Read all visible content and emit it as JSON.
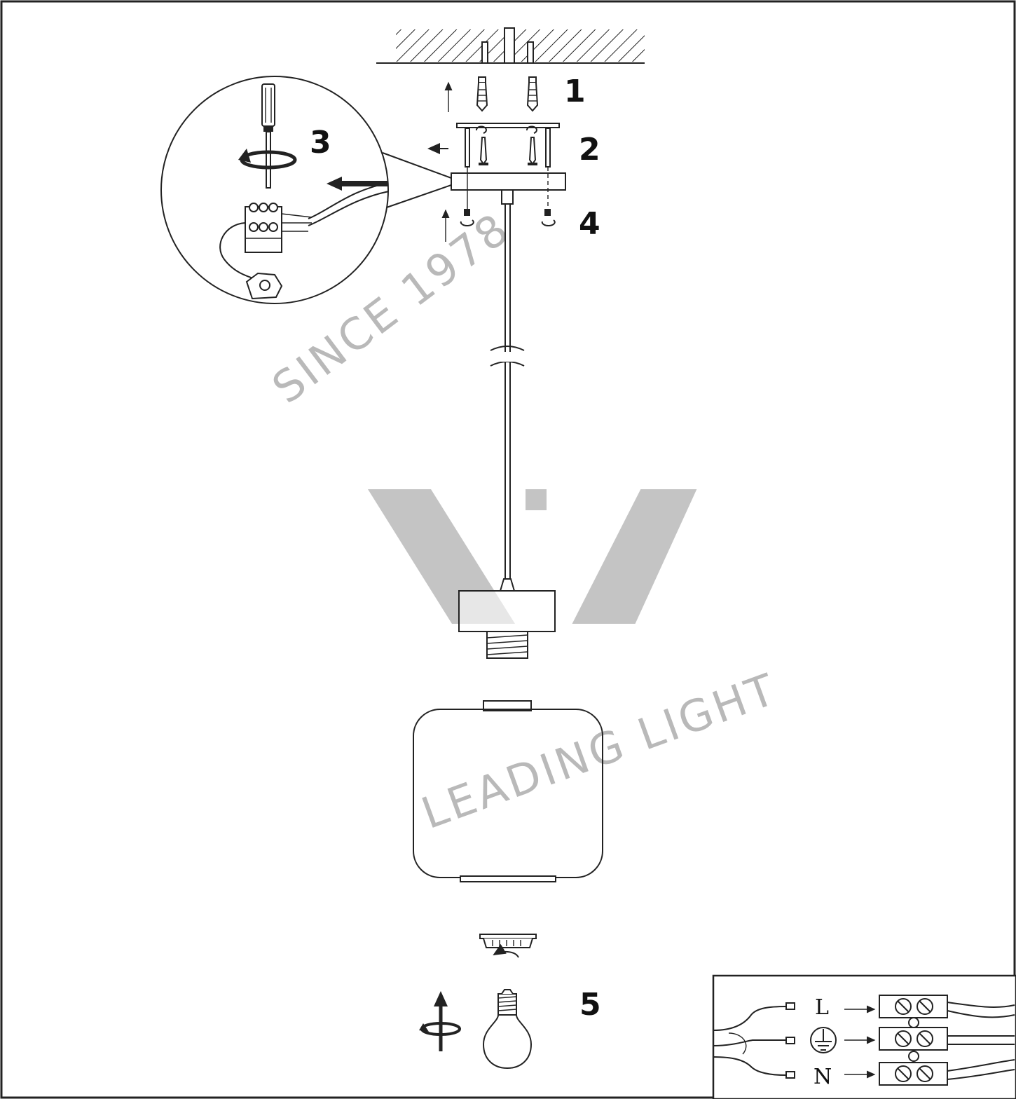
{
  "steps": [
    {
      "number": "1",
      "part": "ceiling-anchors"
    },
    {
      "number": "2",
      "part": "mounting-plate-screws"
    },
    {
      "number": "3",
      "part": "terminal-block-wiring"
    },
    {
      "number": "4",
      "part": "canopy-nuts"
    },
    {
      "number": "5",
      "part": "bulb"
    }
  ],
  "wiring": {
    "live": "L",
    "neutral": "N",
    "earth_icon": "ground-symbol-icon"
  },
  "watermark": {
    "line1": "SINCE 1978",
    "line2": "LEADING LIGHT",
    "logo_icon": "vk-logo-icon"
  },
  "colors": {
    "line": "#222222",
    "watermark": "#b9b9b9",
    "background": "#ffffff"
  }
}
